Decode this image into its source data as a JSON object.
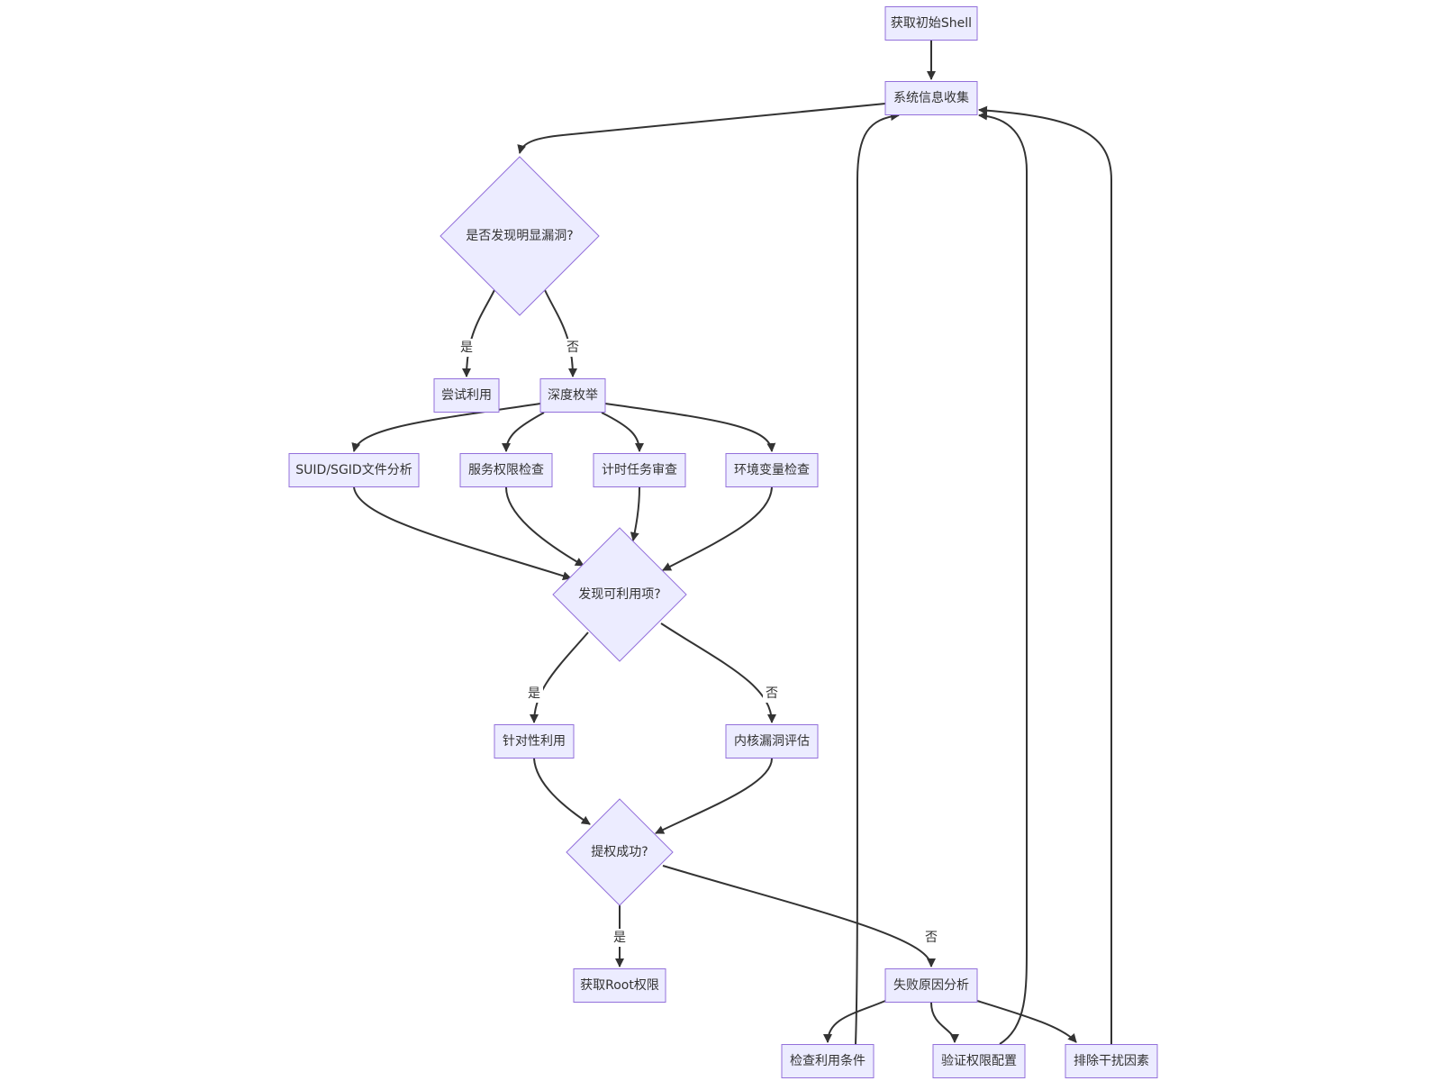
{
  "diagram": {
    "type": "flowchart",
    "nodes": [
      {
        "id": "start",
        "shape": "rect",
        "label": "获取初始Shell"
      },
      {
        "id": "collect",
        "shape": "rect",
        "label": "系统信息收集"
      },
      {
        "id": "q1",
        "shape": "diamond",
        "label": "是否发现明显漏洞?"
      },
      {
        "id": "try",
        "shape": "rect",
        "label": "尝试利用"
      },
      {
        "id": "deep",
        "shape": "rect",
        "label": "深度枚举"
      },
      {
        "id": "suid",
        "shape": "rect",
        "label": "SUID/SGID文件分析"
      },
      {
        "id": "svc",
        "shape": "rect",
        "label": "服务权限检查"
      },
      {
        "id": "cron",
        "shape": "rect",
        "label": "计时任务审查"
      },
      {
        "id": "env",
        "shape": "rect",
        "label": "环境变量检查"
      },
      {
        "id": "q2",
        "shape": "diamond",
        "label": "发现可利用项?"
      },
      {
        "id": "target",
        "shape": "rect",
        "label": "针对性利用"
      },
      {
        "id": "kernel",
        "shape": "rect",
        "label": "内核漏洞评估"
      },
      {
        "id": "q3",
        "shape": "diamond",
        "label": "提权成功?"
      },
      {
        "id": "root",
        "shape": "rect",
        "label": "获取Root权限"
      },
      {
        "id": "fail",
        "shape": "rect",
        "label": "失败原因分析"
      },
      {
        "id": "chk",
        "shape": "rect",
        "label": "检查利用条件"
      },
      {
        "id": "verify",
        "shape": "rect",
        "label": "验证权限配置"
      },
      {
        "id": "exclude",
        "shape": "rect",
        "label": "排除干扰因素"
      }
    ],
    "edges": [
      {
        "from": "start",
        "to": "collect",
        "label": ""
      },
      {
        "from": "collect",
        "to": "q1",
        "label": ""
      },
      {
        "from": "q1",
        "to": "try",
        "label": "是"
      },
      {
        "from": "q1",
        "to": "deep",
        "label": "否"
      },
      {
        "from": "deep",
        "to": "suid",
        "label": ""
      },
      {
        "from": "deep",
        "to": "svc",
        "label": ""
      },
      {
        "from": "deep",
        "to": "cron",
        "label": ""
      },
      {
        "from": "deep",
        "to": "env",
        "label": ""
      },
      {
        "from": "suid",
        "to": "q2",
        "label": ""
      },
      {
        "from": "svc",
        "to": "q2",
        "label": ""
      },
      {
        "from": "cron",
        "to": "q2",
        "label": ""
      },
      {
        "from": "env",
        "to": "q2",
        "label": ""
      },
      {
        "from": "q2",
        "to": "target",
        "label": "是"
      },
      {
        "from": "q2",
        "to": "kernel",
        "label": "否"
      },
      {
        "from": "target",
        "to": "q3",
        "label": ""
      },
      {
        "from": "kernel",
        "to": "q3",
        "label": ""
      },
      {
        "from": "q3",
        "to": "root",
        "label": "是"
      },
      {
        "from": "q3",
        "to": "fail",
        "label": "否"
      },
      {
        "from": "fail",
        "to": "chk",
        "label": ""
      },
      {
        "from": "fail",
        "to": "verify",
        "label": ""
      },
      {
        "from": "fail",
        "to": "exclude",
        "label": ""
      },
      {
        "from": "chk",
        "to": "collect",
        "label": ""
      },
      {
        "from": "verify",
        "to": "collect",
        "label": ""
      },
      {
        "from": "exclude",
        "to": "collect",
        "label": ""
      }
    ]
  },
  "colors": {
    "node_fill": "#ececff",
    "node_stroke": "#9370db",
    "edge": "#333333",
    "text": "#333333"
  }
}
